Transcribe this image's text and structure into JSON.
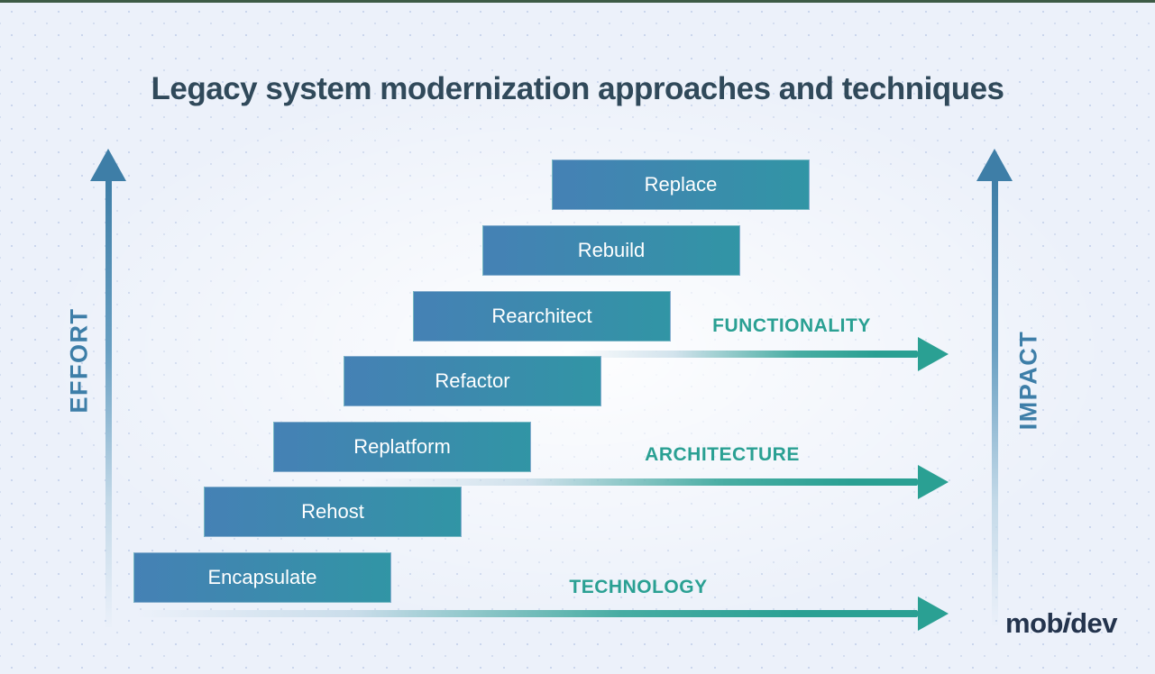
{
  "title": "Legacy system modernization approaches and techniques",
  "axes": {
    "left": "EFFORT",
    "right": "IMPACT"
  },
  "bars": [
    {
      "label": "Encapsulate"
    },
    {
      "label": "Rehost"
    },
    {
      "label": "Replatform"
    },
    {
      "label": "Refactor"
    },
    {
      "label": "Rearchitect"
    },
    {
      "label": "Rebuild"
    },
    {
      "label": "Replace"
    }
  ],
  "category_arrows": [
    {
      "label": "TECHNOLOGY"
    },
    {
      "label": "ARCHITECTURE"
    },
    {
      "label": "FUNCTIONALITY"
    }
  ],
  "logo": {
    "prefix": "mob",
    "i": "i",
    "suffix": "dev"
  },
  "colors": {
    "bar_gradient_start": "#4581b5",
    "bar_gradient_end": "#3195a5",
    "axis_blue": "#3d7ea8",
    "category_teal": "#2aa093",
    "title_color": "#30495a",
    "logo_color": "#24344d",
    "background": "#ecf1fa",
    "top_border": "#3d5b45"
  }
}
